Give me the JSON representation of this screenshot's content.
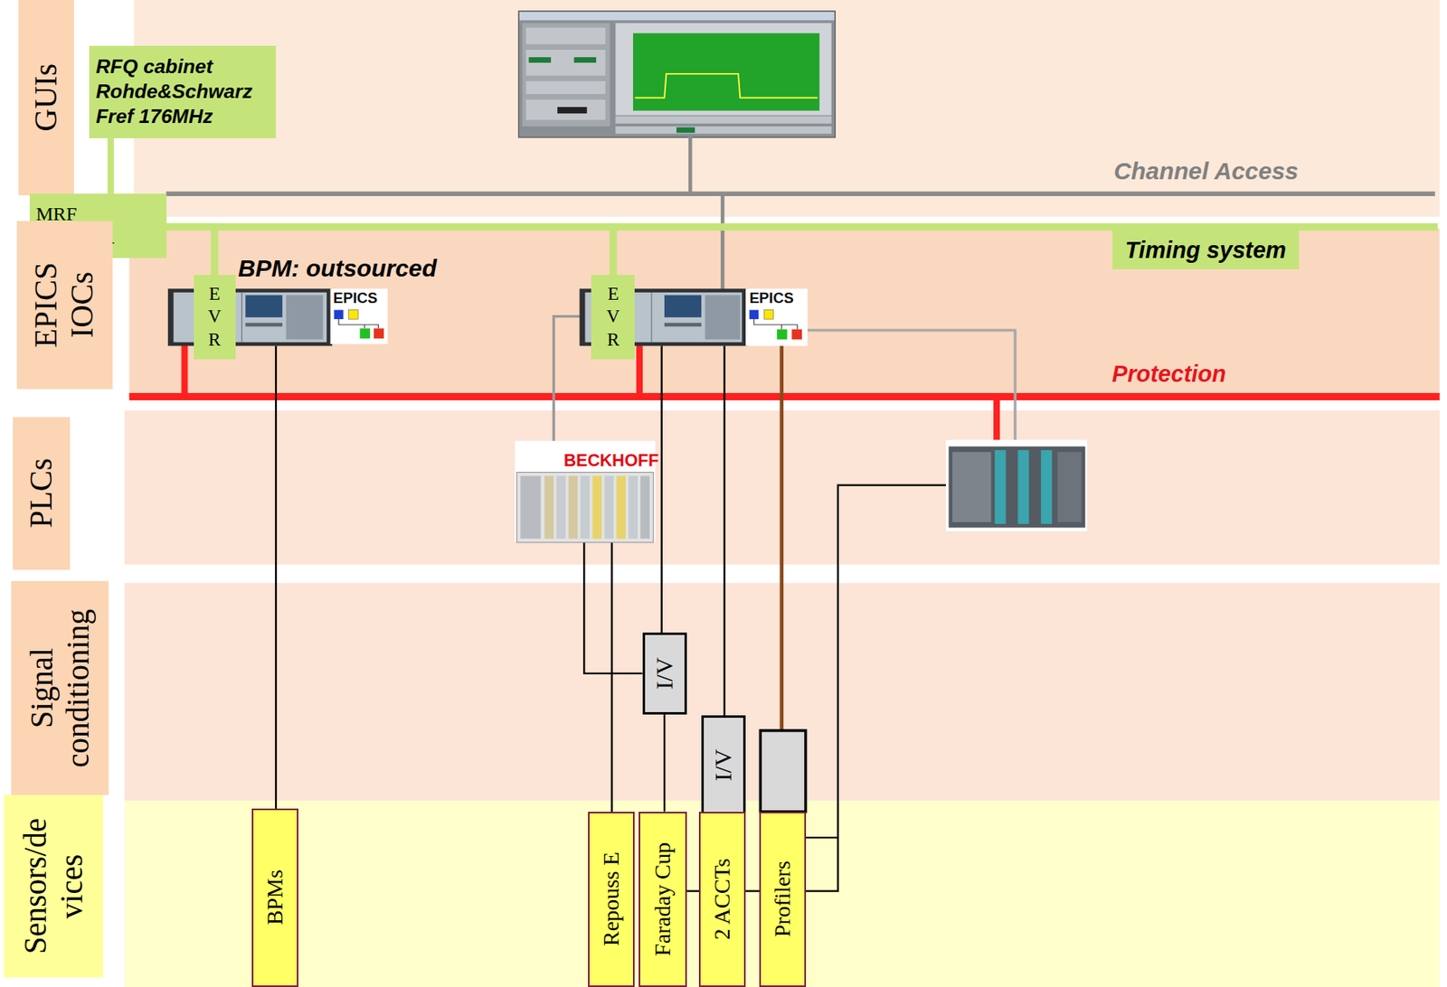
{
  "diagram": {
    "nodes": [
      {
        "text": [
          "GUIs"
        ]
      },
      {
        "text": [
          "RFQ cabinet Rohde&Schwarz Fref 176MHz"
        ]
      },
      {
        "text": [
          "MRF MASTER"
        ]
      },
      {
        "text": [
          "Timing system"
        ]
      },
      {
        "text": [
          "EPICS IOCs"
        ]
      },
      {
        "text": [
          "E V R"
        ]
      },
      {
        "text": [
          "E V R"
        ]
      },
      {
        "text": [
          "PLCs"
        ]
      },
      {
        "text": [
          "Signal conditioning"
        ]
      },
      {
        "text": [
          "I/V"
        ]
      },
      {
        "text": [
          "I/V"
        ]
      },
      {
        "text": [
          "Sensors/de vices"
        ]
      },
      {
        "text": [
          "BPMs"
        ]
      },
      {
        "text": [
          "Repouss E"
        ]
      },
      {
        "text": [
          "Faraday Cup"
        ]
      },
      {
        "text": [
          "2 ACCTs"
        ]
      },
      {
        "text": [
          "Profilers"
        ]
      }
    ],
    "edges": [
      {
        "from": 1,
        "to": 2,
        "arrow": "none"
      },
      {
        "from": 2,
        "to": 5,
        "arrow": "none"
      },
      {
        "from": 2,
        "to": 6,
        "arrow": "none"
      },
      {
        "from": 9,
        "to": 14,
        "arrow": "none"
      }
    ],
    "labels": [
      "BPM: outsourced",
      "Channel Access",
      "Protection",
      "EPICS",
      "EPICS",
      "BECKHOFF"
    ]
  }
}
